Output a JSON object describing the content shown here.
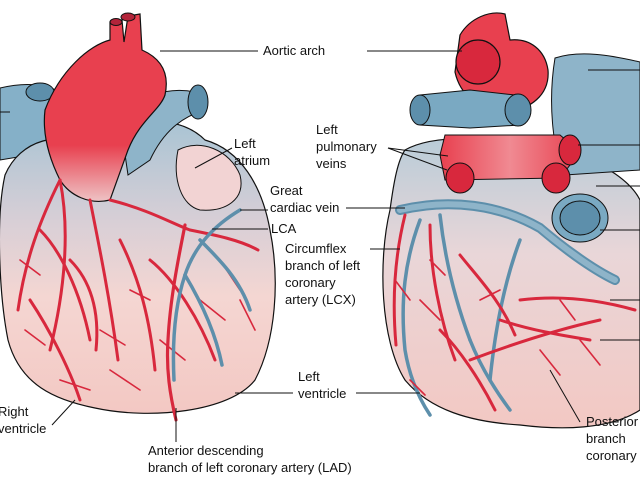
{
  "labels": {
    "aortic_arch": "Aortic arch",
    "left_atrium": [
      "Left",
      "atrium"
    ],
    "left_pulmonary_veins": [
      "Left",
      "pulmonary",
      "veins"
    ],
    "great_cardiac_vein": [
      "Great",
      "cardiac vein"
    ],
    "lca": "LCA",
    "circumflex": [
      "Circumflex",
      "branch of left",
      "coronary",
      "artery (LCX)"
    ],
    "left_ventricle": [
      "Left",
      "ventricle"
    ],
    "right_ventricle": [
      "Right",
      "ventricle"
    ],
    "lad": [
      "Anterior descending",
      "branch of left coronary artery (LAD)"
    ],
    "posterior_branch": [
      "Posterior",
      "branch",
      "coronary"
    ]
  },
  "colors": {
    "artery": "#e8404f",
    "artery_dark": "#b3243a",
    "vein": "#78a9c4",
    "vein_dark": "#3f7594",
    "myocardium": "#f6d2ce",
    "myocardium_edge": "#c98f8b",
    "outline": "#111111"
  }
}
